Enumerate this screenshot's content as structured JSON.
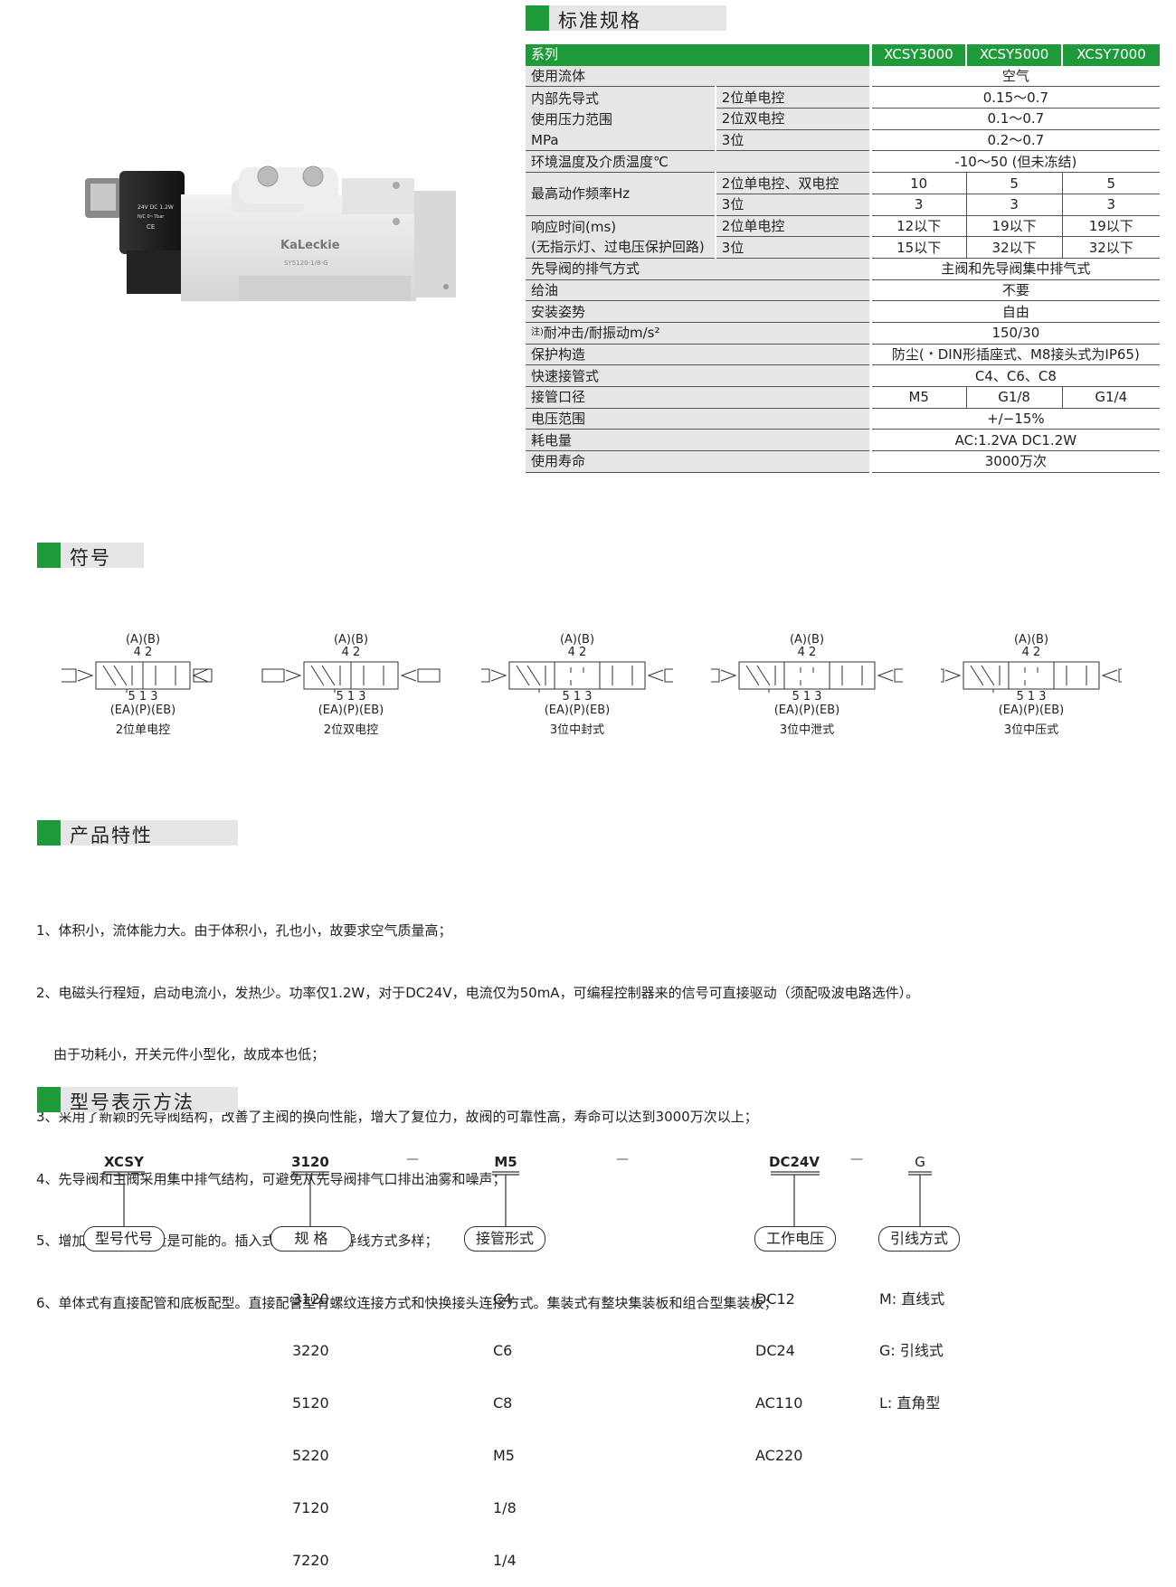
{
  "sections": {
    "spec_title": "标准规格",
    "symbol_title": "符号",
    "features_title": "产品特性",
    "model_title": "型号表示方法"
  },
  "product_photo": {
    "brand": "KaLeckie",
    "model_print": "SY5120-1/8-G",
    "coil_text": "24V DC 1.2W",
    "coil_text2": "N/C 0~7bar"
  },
  "spec_table": {
    "header": {
      "label": "系列",
      "series": [
        "XCSY3000",
        "XCSY5000",
        "XCSY7000"
      ]
    },
    "fluid": {
      "label": "使用流体",
      "value": "空气"
    },
    "pressure": {
      "label_lines": [
        "内部先导式",
        "使用压力范围",
        "MPa"
      ],
      "rows": [
        {
          "sub": "2位单电控",
          "value": "0.15～0.7"
        },
        {
          "sub": "2位双电控",
          "value": "0.1～0.7"
        },
        {
          "sub": "3位",
          "value": "0.2～0.7"
        }
      ]
    },
    "temp": {
      "label": "环境温度及介质温度℃",
      "value": "-10～50 (但未冻结)"
    },
    "freq": {
      "label": "最高动作频率Hz",
      "rows": [
        {
          "sub": "2位单电控、双电控",
          "values": [
            "10",
            "5",
            "5"
          ]
        },
        {
          "sub": "3位",
          "values": [
            "3",
            "3",
            "3"
          ]
        }
      ]
    },
    "response": {
      "label_lines": [
        "响应时间(ms)",
        "(无指示灯、过电压保护回路)"
      ],
      "rows": [
        {
          "sub": "2位单电控",
          "values": [
            "12以下",
            "19以下",
            "19以下"
          ]
        },
        {
          "sub": "3位",
          "values": [
            "15以下",
            "32以下",
            "32以下"
          ]
        }
      ]
    },
    "exhaust": {
      "label": "先导阀的排气方式",
      "value": "主阀和先导阀集中排气式"
    },
    "lube": {
      "label": "给油",
      "value": "不要"
    },
    "mount": {
      "label": "安装姿势",
      "value": "自由"
    },
    "shock": {
      "note": "注)",
      "label": "耐冲击/耐振动m/s²",
      "value": "150/30"
    },
    "protect": {
      "label": "保护构造",
      "value": "防尘(﹡DIN形插座式、M8接头式为IP65)"
    },
    "quick": {
      "label": "快速接管式",
      "value": "C4、C6、C8"
    },
    "port": {
      "label": "接管口径",
      "values": [
        "M5",
        "G1/8",
        "G1/4"
      ]
    },
    "voltage": {
      "label": "电压范围",
      "value": "+/−15%"
    },
    "power": {
      "label": "耗电量",
      "value": "AC:1.2VA  DC1.2W"
    },
    "life": {
      "label": "使用寿命",
      "value": "3000万次"
    }
  },
  "symbols": [
    {
      "top": "(A)(B)",
      "ports_top": "4  2",
      "ports_bot": "5  1  3",
      "bottom": "(EA)(P)(EB)",
      "caption": "2位单电控"
    },
    {
      "top": "(A)(B)",
      "ports_top": "4  2",
      "ports_bot": "5  1  3",
      "bottom": "(EA)(P)(EB)",
      "caption": "2位双电控"
    },
    {
      "top": "(A)(B)",
      "ports_top": "4  2",
      "ports_bot": "5  1  3",
      "bottom": "(EA)(P)(EB)",
      "caption": "3位中封式"
    },
    {
      "top": "(A)(B)",
      "ports_top": "4  2",
      "ports_bot": "5  1  3",
      "bottom": "(EA)(P)(EB)",
      "caption": "3位中泄式"
    },
    {
      "top": "(A)(B)",
      "ports_top": "4  2",
      "ports_bot": "5  1  3",
      "bottom": "(EA)(P)(EB)",
      "caption": "3位中压式"
    }
  ],
  "features": [
    "1、体积小，流体能力大。由于体积小，孔也小，故要求空气质量高；",
    "2、电磁头行程短，启动电流小，发热少。功率仅1.2W，对于DC24V，电流仅为50mA，可编程控制器来的信号可直接驱动（须配吸波电路选件）。",
    "    由于功耗小，开关元件小型化，故成本也低；",
    "3、采用了新颖的先导阀结构，改善了主阀的换向性能，增大了复位力，故阀的可靠性高，寿命可以达到3000万次以上；",
    "4、先导阀和主阀采用集中排气结构，可避免从先导阀排气口排出油雾和噪声；",
    "5、增加集装阀的数量是可能的。插入式连接方式。导线方式多样；",
    "6、单体式有直接配管和底板配型。直接配管型有螺纹连接方式和快换接头连接方式。集装式有整块集装板和组合型集装板；"
  ],
  "model": {
    "dash": "—",
    "parts": [
      {
        "code": "XCSY",
        "label": "型号代号",
        "options": []
      },
      {
        "code": "3120",
        "label": "规  格",
        "options": [
          "3120",
          "3220",
          "5120",
          "5220",
          "7120",
          "7220"
        ]
      },
      {
        "code": "M5",
        "label": "接管形式",
        "options": [
          "C4",
          "C6",
          "C8",
          "M5",
          "1/8",
          "1/4"
        ]
      },
      {
        "code": "DC24V",
        "label": "工作电压",
        "options": [
          "DC12",
          "DC24",
          "AC110",
          "AC220"
        ]
      },
      {
        "code": "G",
        "label": "引线方式",
        "options": [
          "M: 直线式",
          "G: 引线式",
          "L: 直角型"
        ]
      }
    ]
  }
}
